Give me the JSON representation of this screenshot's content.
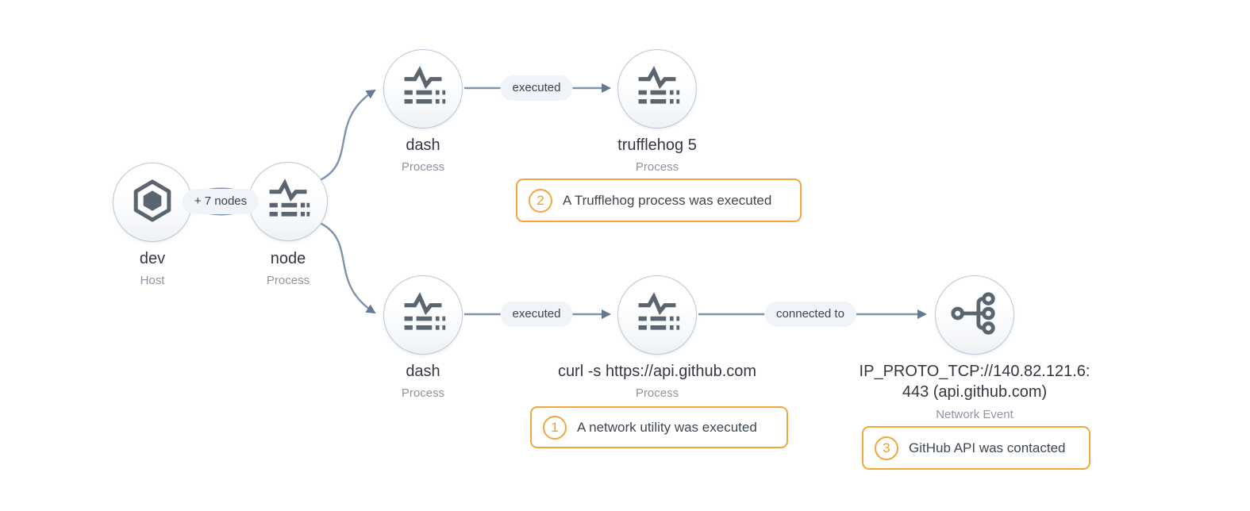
{
  "graph_type": "security-entity-graph",
  "nodes": [
    {
      "id": "dev",
      "label": "dev",
      "sublabel": "Host",
      "icon": "host-hexagon-icon"
    },
    {
      "id": "node",
      "label": "node",
      "sublabel": "Process",
      "icon": "process-icon"
    },
    {
      "id": "dash-top",
      "label": "dash",
      "sublabel": "Process",
      "icon": "process-icon"
    },
    {
      "id": "trufflehog",
      "label": "trufflehog 5",
      "sublabel": "Process",
      "icon": "process-icon"
    },
    {
      "id": "dash-bottom",
      "label": "dash",
      "sublabel": "Process",
      "icon": "process-icon"
    },
    {
      "id": "curl",
      "label": "curl -s https://api.github.com",
      "sublabel": "Process",
      "icon": "process-icon"
    },
    {
      "id": "network-event",
      "label": "IP_PROTO_TCP://140.82.121.6:443 (api.github.com)",
      "sublabel": "Network Event",
      "icon": "network-fanout-icon"
    }
  ],
  "edges": [
    {
      "from": "dev",
      "to": "node",
      "label": "+ 7 nodes"
    },
    {
      "from": "node",
      "to": "dash-top",
      "label": ""
    },
    {
      "from": "node",
      "to": "dash-bottom",
      "label": ""
    },
    {
      "from": "dash-top",
      "to": "trufflehog",
      "label": "executed"
    },
    {
      "from": "dash-bottom",
      "to": "curl",
      "label": "executed"
    },
    {
      "from": "curl",
      "to": "network-event",
      "label": "connected to"
    }
  ],
  "annotations": [
    {
      "number": "2",
      "text": "A Trufflehog process was executed"
    },
    {
      "number": "1",
      "text": "A network utility was executed"
    },
    {
      "number": "3",
      "text": "GitHub API was contacted"
    }
  ],
  "colors": {
    "edge": "#7e93ab",
    "arrow": "#667992",
    "node-border": "#b9c7d8",
    "icon": "#5b656f",
    "title": "#343741",
    "subtitle": "#8e959f",
    "pill-bg": "#f0f3f8",
    "pill-text": "#3c434d",
    "annotation-accent": "#f2a73d",
    "annotation-text": "#3e4750",
    "canvas-bg": "#ffffff"
  }
}
